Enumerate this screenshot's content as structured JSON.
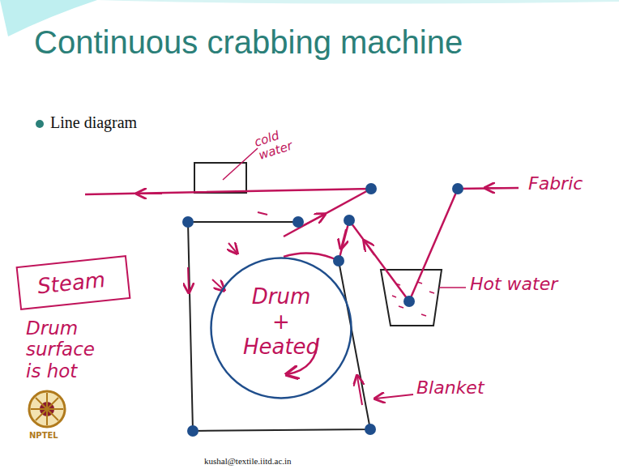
{
  "diagram": {
    "title": "Continuous crabbing machine",
    "nodes": [
      {
        "text": [
          "Steam"
        ]
      },
      {
        "text": [
          "Drum + Heated"
        ]
      }
    ],
    "labels": [
      "Line diagram",
      "cold water",
      "Fabric",
      "Hot water",
      "Blanket",
      "Drum surface is hot",
      "kushal@textile.iitd.ac.in",
      "NPTEL"
    ]
  }
}
